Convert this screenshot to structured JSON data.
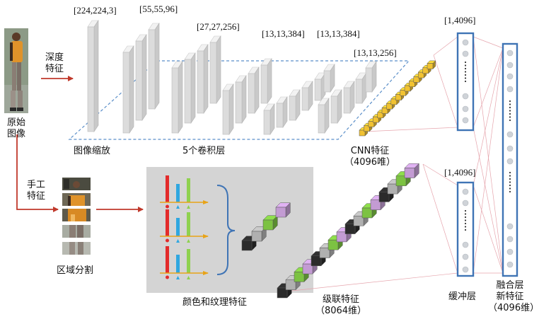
{
  "input": {
    "label_line1": "原始",
    "label_line2": "图像"
  },
  "deep_branch": {
    "label_line1": "深度",
    "label_line2": "特征",
    "dims": [
      "[224,224,3]",
      "[55,55,96]",
      "[27,27,256]",
      "[13,13,384]",
      "[13,13,384]",
      "[13,13,256]"
    ],
    "resize_label": "图像缩放",
    "conv_label": "5个卷积层",
    "cnn_feature_line1": "CNN特征",
    "cnn_feature_line2": "（4096唯）"
  },
  "hand_branch": {
    "label_line1": "手工",
    "label_line2": "特征",
    "region_label": "区域分割",
    "color_texture_label": "颜色和纹理特征",
    "concat_line1": "级联特征",
    "concat_line2": "（8064维）"
  },
  "buffers": {
    "top_dim": "[1,4096]",
    "bottom_dim": "[1,4096]",
    "buffer_label": "缓冲层"
  },
  "fusion": {
    "line1": "融合层",
    "line2": "新特征",
    "line3": "（4096维）"
  },
  "colors": {
    "arrow_red": "#c0392b",
    "dashed_blue": "#5b8fc9",
    "column_blue": "#3f74b5",
    "gray_panel": "#d4d4d4",
    "cube_yellow": "#f1c232",
    "cube_purple": "#c39bd3",
    "cube_gray": "#b0b0b0",
    "cube_green": "#7cc242",
    "cube_black": "#2b2b2b",
    "bar_red": "#e32b2b",
    "bar_blue": "#2fa7e0",
    "bar_green": "#8fd14f"
  }
}
